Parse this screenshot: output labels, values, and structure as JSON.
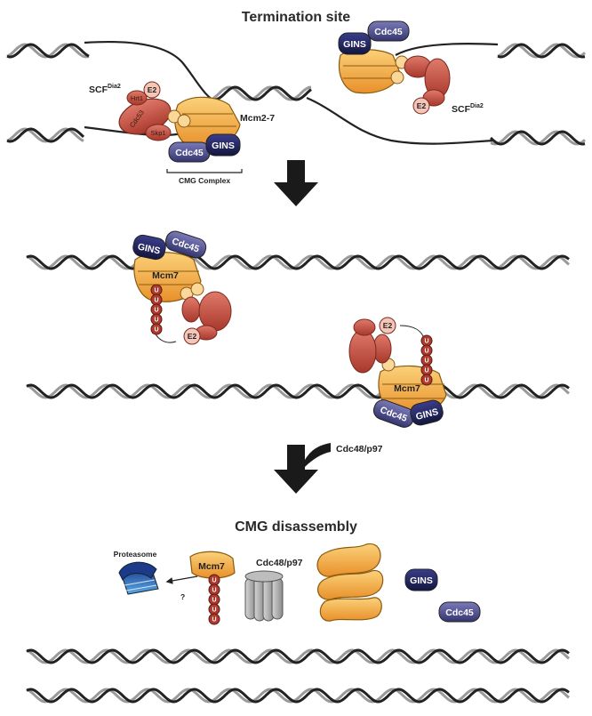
{
  "titles": {
    "termination": "Termination site",
    "disassembly": "CMG disassembly"
  },
  "labels": {
    "scf_main": "SCF",
    "scf_sup": "Dia2",
    "mcm27": "Mcm2-7",
    "cmg_complex": "CMG Complex",
    "gins": "GINS",
    "cdc45": "Cdc45",
    "e2": "E2",
    "mcm7": "Mcm7",
    "ub": "U",
    "cdc48": "Cdc48/p97",
    "proteasome": "Proteasome",
    "question": "?",
    "skp1": "Skp1",
    "cdc53": "Cdc53",
    "hrt1": "Hrt1"
  },
  "colors": {
    "dna_dark": "#222222",
    "dna_light": "#9a9a9a",
    "mcm_orange": "#f4a93a",
    "gins_navy": "#1f2260",
    "cdc45_purple": "#4a4a8c",
    "scf_red": "#c0504d",
    "e2_pink": "#f4c6b8",
    "ub_red": "#b03a2e",
    "proteasome_blue": "#3c7fc4",
    "cdc48_grey": "#9a9a9a",
    "arrow": "#1a1a1a"
  }
}
